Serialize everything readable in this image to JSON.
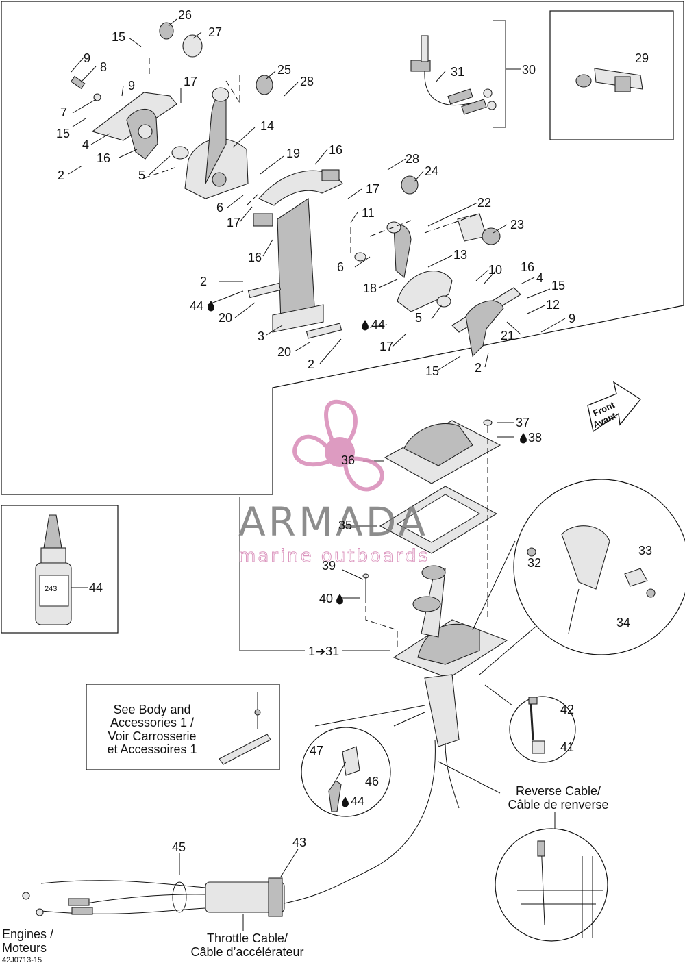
{
  "diagram": {
    "callouts": {
      "c26": "26",
      "c27": "27",
      "c15a": "15",
      "c9a": "9",
      "c8": "8",
      "c9b": "9",
      "c7": "7",
      "c15b": "15",
      "c4a": "4",
      "c16a": "16",
      "c2a": "2",
      "c5a": "5",
      "c17a": "17",
      "c14": "14",
      "c25": "25",
      "c28a": "28",
      "c19": "19",
      "c16b": "16",
      "c17b": "17",
      "c11": "11",
      "c6a": "6",
      "c17c": "17",
      "c16c": "16",
      "c2b": "2",
      "c44a": "44",
      "c20a": "20",
      "c3": "3",
      "c20b": "20",
      "c2c": "2",
      "c44b": "44",
      "c28b": "28",
      "c24": "24",
      "c22": "22",
      "c23": "23",
      "c6b": "6",
      "c18": "18",
      "c13": "13",
      "c10": "10",
      "c16d": "16",
      "c4b": "4",
      "c15c": "15",
      "c12": "12",
      "c9c": "9",
      "c21": "21",
      "c5b": "5",
      "c17d": "17",
      "c15d": "15",
      "c2d": "2",
      "c31": "31",
      "c30": "30",
      "c29": "29",
      "c37": "37",
      "c38": "38",
      "c36": "36",
      "c35": "35",
      "c39": "39",
      "c40": "40",
      "c1to31": "1➔31",
      "c44c": "44",
      "c32": "32",
      "c33": "33",
      "c34": "34",
      "c42": "42",
      "c41": "41",
      "c47": "47",
      "c46": "46",
      "c44d": "44",
      "c45": "45",
      "c43": "43"
    },
    "front_arrow": {
      "line1": "Front",
      "line2": "Avant"
    },
    "see_body": {
      "l1": "See Body and",
      "l2": "Accessories 1 /",
      "l3": "Voir Carrosserie",
      "l4": "et Accessoires 1"
    },
    "reverse_cable": {
      "l1": "Reverse Cable/",
      "l2": "Câble de renverse"
    },
    "throttle_cable": {
      "l1": "Throttle Cable/",
      "l2": "Câble d’accélérateur"
    },
    "engines": {
      "l1": "Engines /",
      "l2": "Moteurs"
    },
    "bottle_label": "243",
    "figure_code": "42J0713-15"
  },
  "watermark": {
    "brand": "ARMADA",
    "tagline": "marine outboards"
  },
  "colors": {
    "watermark_pink": "#d88ab7",
    "watermark_gray": "#7a7a7a",
    "line": "#111111"
  },
  "icons": [
    "drop-icon",
    "arrow-icon",
    "propeller-logo-icon"
  ]
}
